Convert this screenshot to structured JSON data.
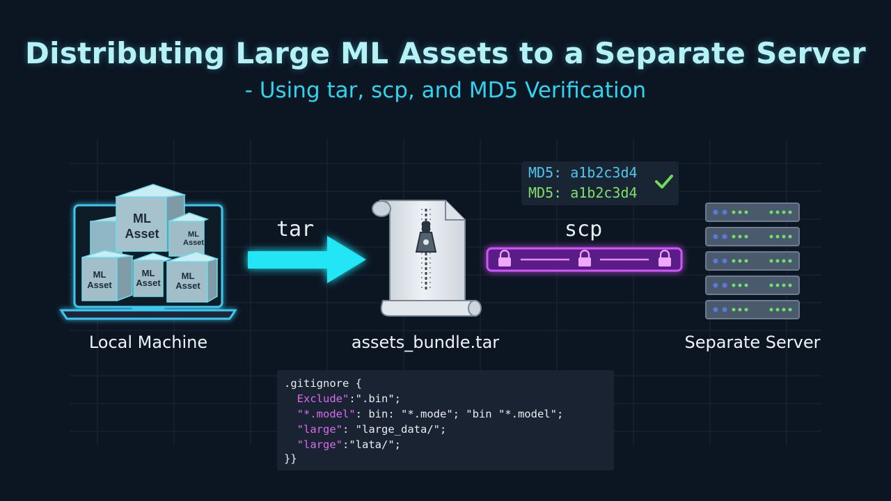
{
  "header": {
    "title": "Distributing Large ML Assets to a Separate Server",
    "subtitle": "- Using tar, scp, and MD5 Verification"
  },
  "nodes": {
    "local": {
      "label": "Local Machine",
      "cube_label": "ML Asset",
      "cube_label_lines": [
        "ML",
        "Asset"
      ]
    },
    "archive": {
      "label": "assets_bundle.tar"
    },
    "server": {
      "label": "Separate Server"
    }
  },
  "steps": {
    "tar": {
      "label": "tar"
    },
    "scp": {
      "label": "scp"
    }
  },
  "md5": {
    "line1": "MD5: a1b2c3d4",
    "line2": "MD5: a1b2c3d4",
    "line1_color": "#4cc8ef",
    "line2_color": "#7fe06a",
    "check_color": "#6cdc5a"
  },
  "code": {
    "line1": ".gitignore {",
    "line2_key": "Exclude\"",
    "line2_rest": ":\".bin\";",
    "line3_key": "\"*.model\"",
    "line3_rest": ": bin: \"*.mode\"; \"bin \"*.model\";",
    "line4_key": "\"large\"",
    "line4_rest": ": \"large_data/\";",
    "line5_key": "\"large\"",
    "line5_rest": ":\"lata/\";",
    "line6": "}}"
  },
  "colors": {
    "background": "#0c1522",
    "accent_cyan": "#22e6f5",
    "accent_magenta": "#c23cf0",
    "led_green": "#6be36b",
    "led_blue": "#5a7ad8"
  },
  "icons": {
    "laptop": "laptop-icon",
    "arrow": "arrow-right-icon",
    "archive": "zip-file-icon",
    "lock": "lock-icon",
    "server": "server-rack-icon",
    "check": "check-icon"
  }
}
